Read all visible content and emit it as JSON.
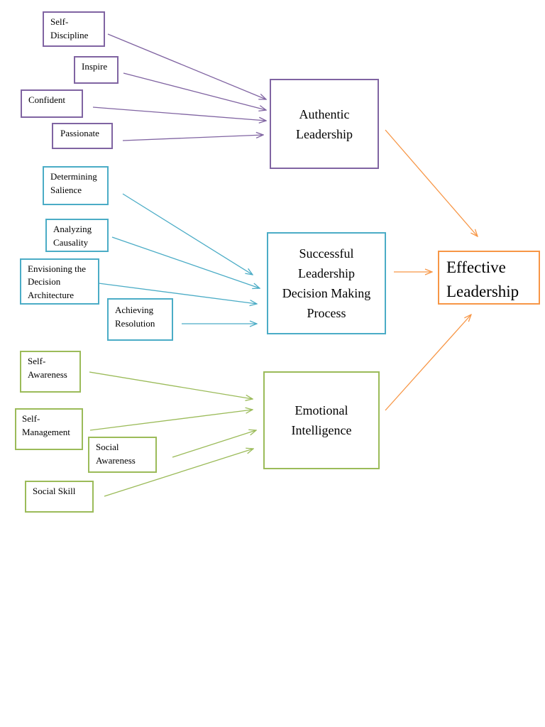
{
  "groups": {
    "authentic": {
      "title": "Authentic\nLeadership",
      "color": "#8064a2",
      "items": [
        "Self-\nDiscipline",
        "Inspire",
        "Confident",
        "Passionate"
      ]
    },
    "decision": {
      "title": "Successful\nLeadership\nDecision Making\nProcess",
      "color": "#4bacc6",
      "items": [
        "Determining\nSalience",
        "Analyzing\nCausality",
        "Envisioning the\nDecision\nArchitecture",
        "Achieving\nResolution"
      ]
    },
    "emotional": {
      "title": "Emotional\nIntelligence",
      "color": "#9bbb59",
      "items": [
        "Self-\nAwareness",
        "Self-\nManagement",
        "Social\nAwareness",
        "Social Skill"
      ]
    }
  },
  "outcome": {
    "title": "Effective\nLeadership",
    "color": "#f79646"
  }
}
